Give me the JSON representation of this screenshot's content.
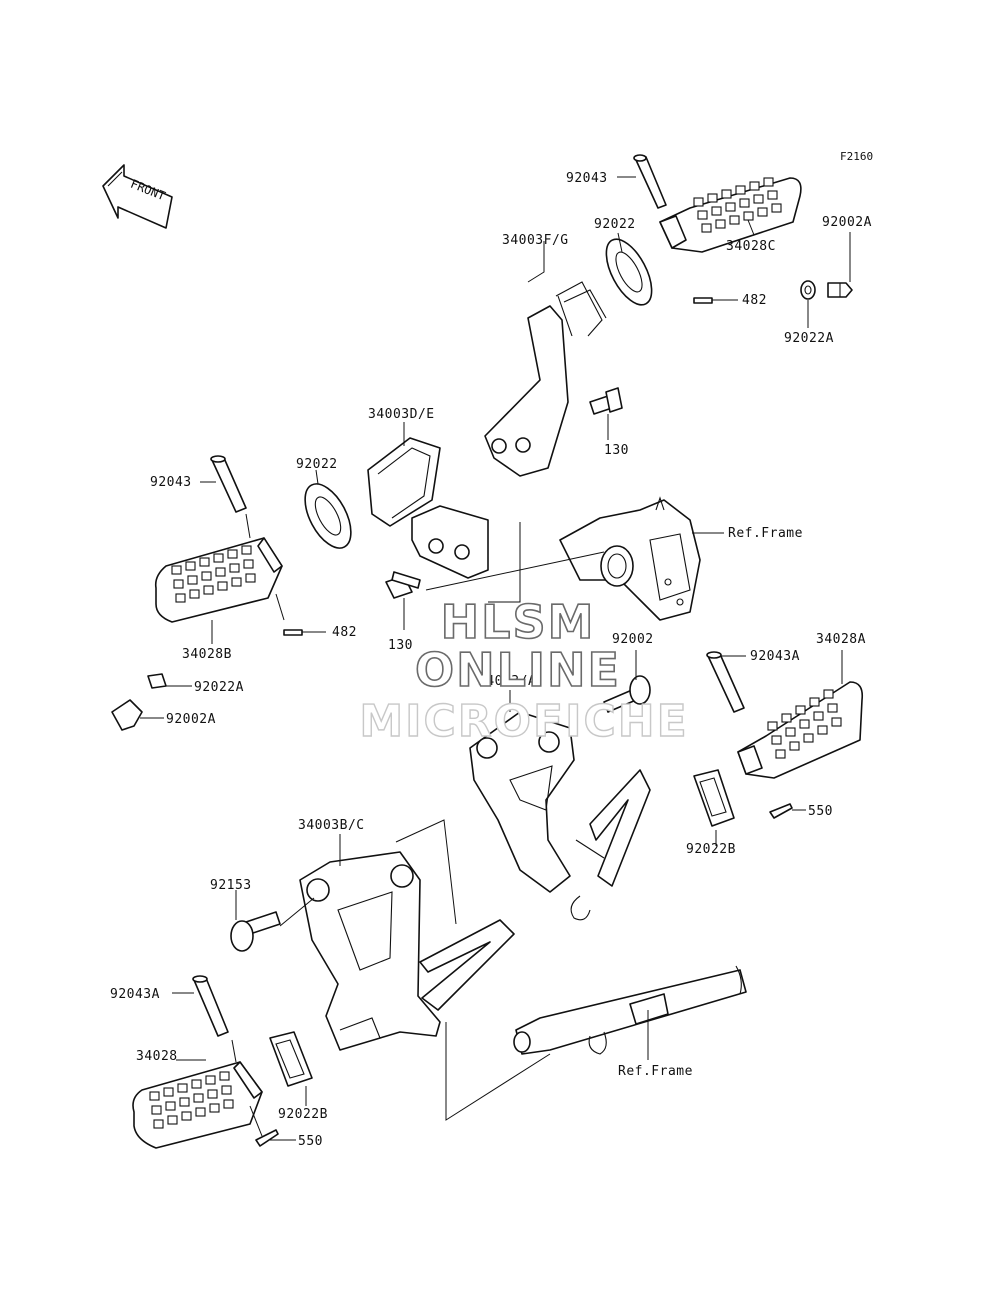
{
  "figure_code": "F2160",
  "front_arrow_label": "FRONT",
  "watermark": {
    "line1": "HLSM",
    "line2": "ONLINE",
    "line3": "MICROFICHE"
  },
  "labels": {
    "p92043_top": "92043",
    "p92022_top": "92022",
    "p34003FG": "34003F/G",
    "p34028C": "34028C",
    "p482_top": "482",
    "p92002A_top": "92002A",
    "p92022A_top": "92022A",
    "p130_top": "130",
    "p34003DE": "34003D/E",
    "p92043_left": "92043",
    "p92022_left": "92022",
    "ref_frame_top": "Ref.Frame",
    "p34028B": "34028B",
    "p482_left": "482",
    "p130_left": "130",
    "p92002": "92002",
    "p92022A_left": "92022A",
    "p92002A_left": "92002A",
    "p34003A": "34003/A",
    "p92043A_right": "92043A",
    "p34028A": "34028A",
    "p550_right": "550",
    "p92022B_right": "92022B",
    "p34003BC": "34003B/C",
    "p92153": "92153",
    "p92043A_left": "92043A",
    "p34028": "34028",
    "p92022B_left": "92022B",
    "p550_left": "550",
    "ref_frame_bottom": "Ref.Frame"
  }
}
